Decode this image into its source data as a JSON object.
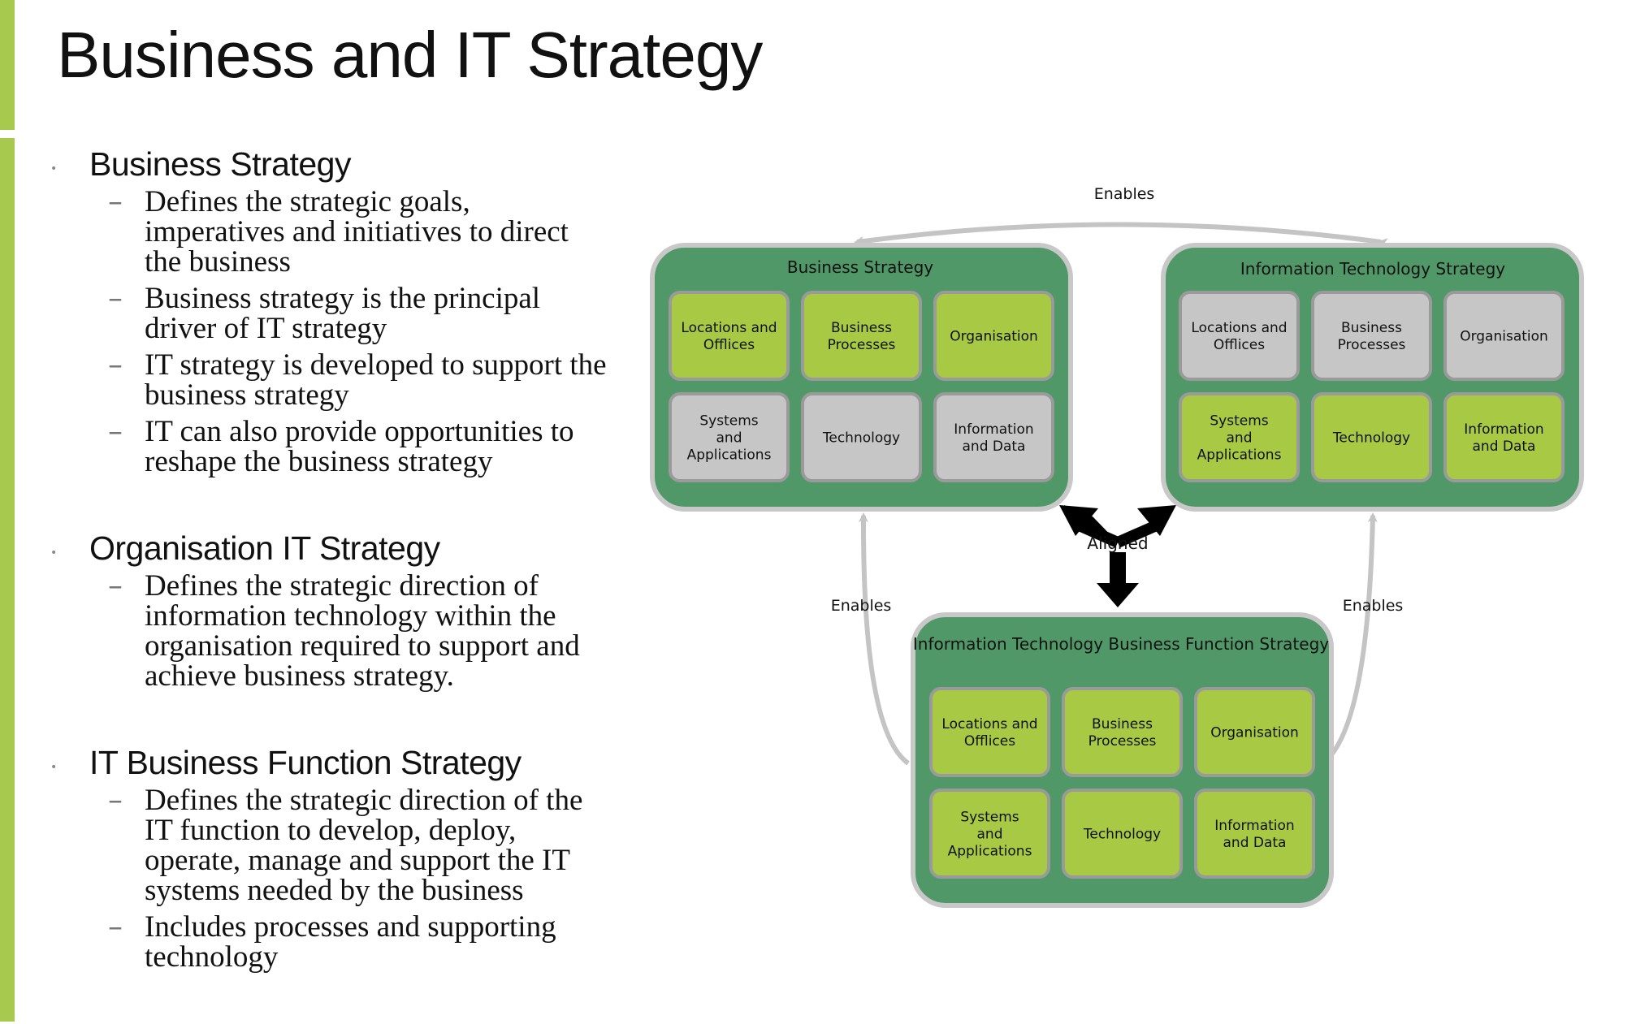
{
  "title": "Business and IT Strategy",
  "sections": [
    {
      "heading": "Business Strategy",
      "items": [
        [
          "Defines the strategic goals,",
          "imperatives and initiatives to direct",
          "the business"
        ],
        [
          "Business strategy is the principal",
          "driver of IT strategy"
        ],
        [
          "IT strategy is developed to support the",
          "business strategy"
        ],
        [
          "IT can also provide opportunities to",
          "reshape the business strategy"
        ]
      ]
    },
    {
      "heading": "Organisation IT Strategy",
      "items": [
        [
          "Defines the strategic direction of",
          "information technology within the",
          "organisation required to support and",
          "achieve business strategy."
        ]
      ]
    },
    {
      "heading": "IT Business Function Strategy",
      "items": [
        [
          "Defines the strategic direction of the",
          "IT function to develop, deploy,",
          "operate, manage and support the IT",
          "systems needed by the business"
        ],
        [
          "Includes processes and supporting",
          "technology"
        ]
      ]
    }
  ],
  "diagram": {
    "colors": {
      "panel": "#519868",
      "panel_border": "#c8c8c8",
      "cell_active": "#a7c943",
      "cell_inactive": "#c6c6c6",
      "arrow": "#c4c4c4",
      "aligned_arrow": "#000000"
    },
    "labels": {
      "enables_top": "Enables",
      "enables_left": "Enables",
      "enables_right": "Enables",
      "aligned": "Aligned"
    },
    "panels": [
      {
        "id": "business",
        "title": "Business Strategy",
        "cells": [
          {
            "lines": [
              "Locations and",
              "Offlices"
            ],
            "active": true
          },
          {
            "lines": [
              "Business",
              "Processes"
            ],
            "active": true
          },
          {
            "lines": [
              "Organisation"
            ],
            "active": true
          },
          {
            "lines": [
              "Systems",
              "and",
              "Applications"
            ],
            "active": false
          },
          {
            "lines": [
              "Technology"
            ],
            "active": false
          },
          {
            "lines": [
              "Information",
              "and Data"
            ],
            "active": false
          }
        ]
      },
      {
        "id": "it",
        "title": "Information Technology Strategy",
        "cells": [
          {
            "lines": [
              "Locations and",
              "Offlices"
            ],
            "active": false
          },
          {
            "lines": [
              "Business",
              "Processes"
            ],
            "active": false
          },
          {
            "lines": [
              "Organisation"
            ],
            "active": false
          },
          {
            "lines": [
              "Systems",
              "and",
              "Applications"
            ],
            "active": true
          },
          {
            "lines": [
              "Technology"
            ],
            "active": true
          },
          {
            "lines": [
              "Information",
              "and Data"
            ],
            "active": true
          }
        ]
      },
      {
        "id": "itbf",
        "title": "Information Technology Business Function Strategy",
        "cells": [
          {
            "lines": [
              "Locations and",
              "Offlices"
            ],
            "active": true
          },
          {
            "lines": [
              "Business",
              "Processes"
            ],
            "active": true
          },
          {
            "lines": [
              "Organisation"
            ],
            "active": true
          },
          {
            "lines": [
              "Systems",
              "and",
              "Applications"
            ],
            "active": true
          },
          {
            "lines": [
              "Technology"
            ],
            "active": true
          },
          {
            "lines": [
              "Information",
              "and Data"
            ],
            "active": true
          }
        ]
      }
    ]
  }
}
